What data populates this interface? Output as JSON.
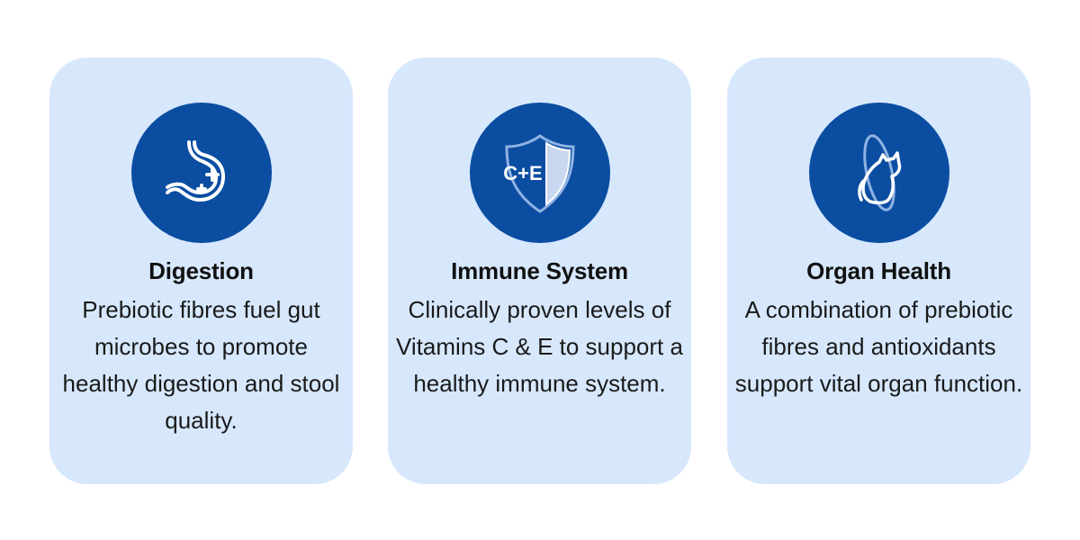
{
  "cards": [
    {
      "icon": "stomach-icon",
      "title": "Digestion",
      "body": "Prebiotic fibres fuel gut microbes to promote healthy digestion and stool quality."
    },
    {
      "icon": "shield-icon",
      "icon_text": "C+E",
      "title": "Immune System",
      "body": "Clinically proven levels of Vitamins C & E to support a healthy immune system."
    },
    {
      "icon": "cat-orbit-icon",
      "title": "Organ Health",
      "body": "A combination of prebiotic fibres and antioxidants support vital organ function."
    }
  ],
  "colors": {
    "card_background": "#d7e8fd",
    "icon_circle": "#0b4da1",
    "icon_stroke": "#ffffff",
    "shield_fill": "#c9d8f0"
  }
}
